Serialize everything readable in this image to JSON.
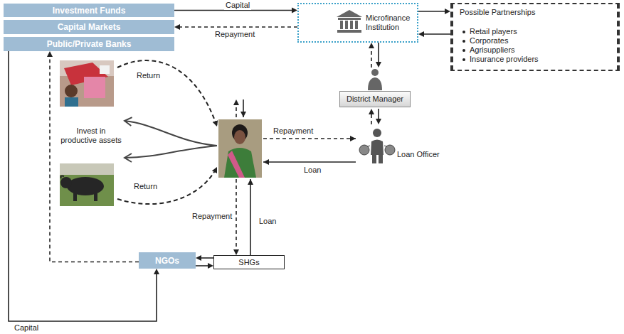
{
  "diagram": {
    "nodes": [
      {
        "text": [
          "Investment Funds"
        ]
      },
      {
        "text": [
          "Capital Markets"
        ]
      },
      {
        "text": [
          "Public/Private Banks"
        ]
      },
      {
        "text": [
          "Microfinance Institution"
        ]
      },
      {
        "text": [
          "Possible Partnerships",
          "Retail players",
          "Corporates",
          "Agrisuppliers",
          "Insurance providers"
        ]
      },
      {
        "text": [
          "District Manager"
        ]
      },
      {
        "text": [
          "Loan Officer"
        ]
      },
      {
        "text": [
          "NGOs"
        ]
      },
      {
        "text": [
          "SHGs"
        ]
      }
    ],
    "edges": [
      {
        "from": 0,
        "to": 3,
        "label": "Capital",
        "arrow": "to"
      },
      {
        "from": 3,
        "to": 1,
        "label": "Repayment",
        "arrow": "to"
      },
      {
        "from": 3,
        "to": 4,
        "arrow": "to"
      },
      {
        "from": 4,
        "to": 3,
        "arrow": "to"
      },
      {
        "from": 3,
        "to": 5,
        "arrow": "to"
      },
      {
        "from": 5,
        "to": 3,
        "arrow": "to"
      },
      {
        "from": 5,
        "to": 6,
        "arrow": "to"
      },
      {
        "from": 6,
        "to": 5,
        "arrow": "to"
      },
      {
        "from": 2,
        "to": 7,
        "label": "Capital",
        "arrow": "to"
      },
      {
        "from": 7,
        "to": 2,
        "arrow": "to"
      },
      {
        "from": 8,
        "to": 7,
        "arrow": "to"
      },
      {
        "from": 7,
        "to": 8,
        "arrow": "to"
      }
    ],
    "labels": [
      "Return",
      "Return",
      "Invest in productive assets",
      "Repayment",
      "Loan",
      "Repayment",
      "Loan"
    ]
  }
}
